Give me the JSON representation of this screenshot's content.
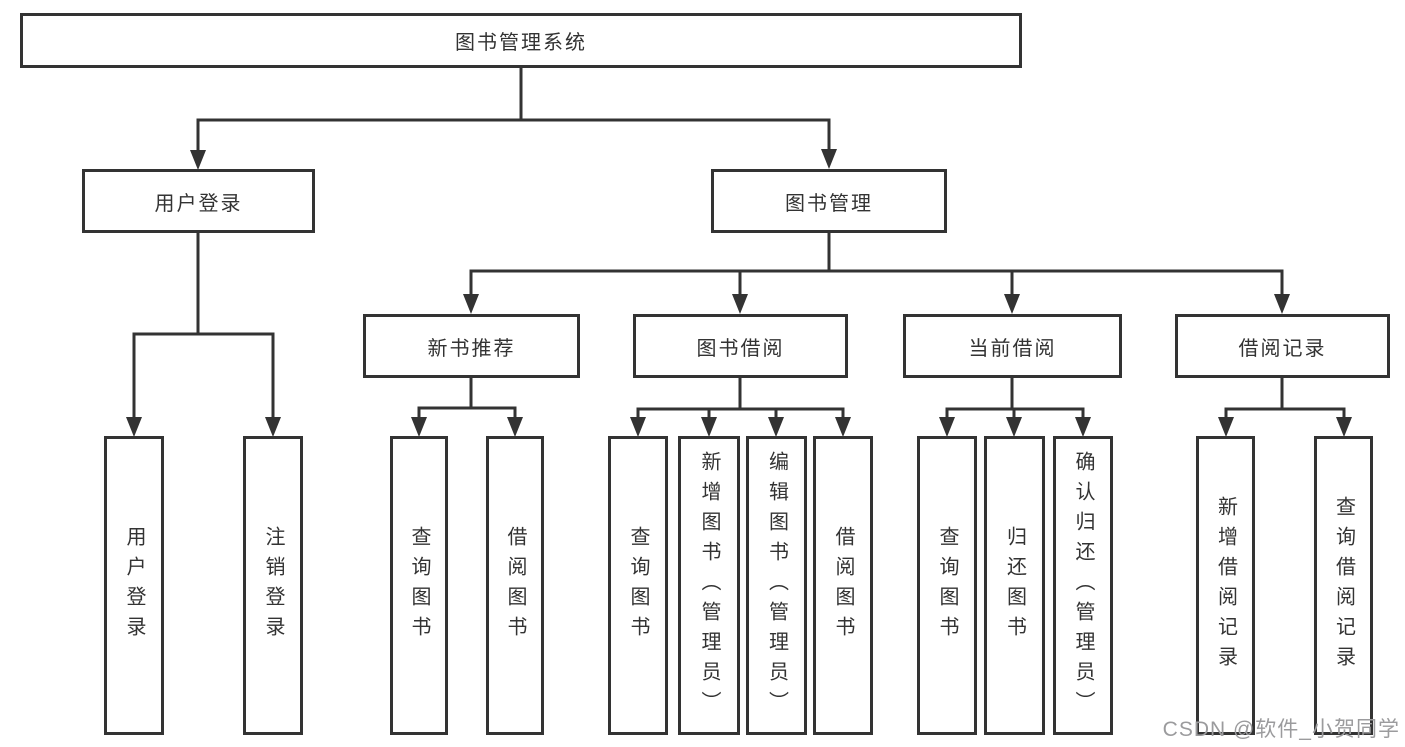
{
  "diagram": {
    "watermark": "CSDN @软件_小贺同学",
    "colors": {
      "line": "#333333",
      "text": "#333333",
      "background": "#ffffff",
      "watermark": "#9b9b9d"
    },
    "tree": {
      "label": "图书管理系统",
      "children": [
        {
          "label": "用户登录",
          "children": [
            {
              "label": "用户登录"
            },
            {
              "label": "注销登录"
            }
          ]
        },
        {
          "label": "图书管理",
          "children": [
            {
              "label": "新书推荐",
              "children": [
                {
                  "label": "查询图书"
                },
                {
                  "label": "借阅图书"
                }
              ]
            },
            {
              "label": "图书借阅",
              "children": [
                {
                  "label": "查询图书"
                },
                {
                  "label": "新增图书（管理员）"
                },
                {
                  "label": "编辑图书（管理员）"
                },
                {
                  "label": "借阅图书"
                }
              ]
            },
            {
              "label": "当前借阅",
              "children": [
                {
                  "label": "查询图书"
                },
                {
                  "label": "归还图书"
                },
                {
                  "label": "确认归还（管理员）"
                }
              ]
            },
            {
              "label": "借阅记录",
              "children": [
                {
                  "label": "新增借阅记录"
                },
                {
                  "label": "查询借阅记录"
                }
              ]
            }
          ]
        }
      ]
    }
  }
}
